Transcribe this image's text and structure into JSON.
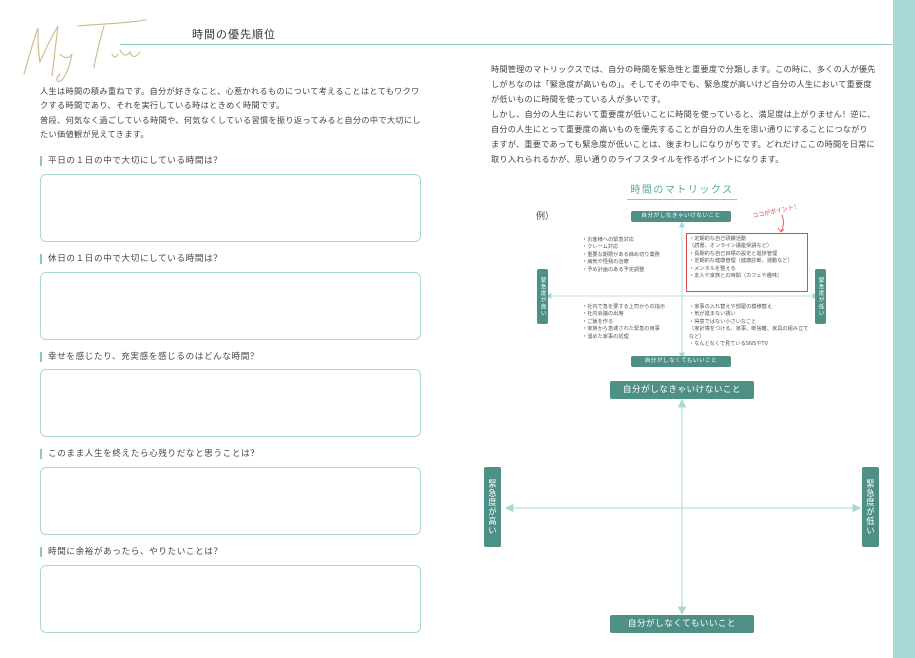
{
  "header": {
    "logo_text": "My Time",
    "title": "時間の優先順位"
  },
  "intro": {
    "paragraph1": "人生は時間の積み重ねです。自分が好きなこと、心惹かれるものについて考えることはとてもワクワクする時間であり、それを実行している時はときめく時間です。",
    "paragraph2": "普段、何気なく過ごしている時間や、何気なくしている習慣を振り返ってみると自分の中で大切にしたい価値観が見えてきます。"
  },
  "questions": [
    {
      "label": "平日の１日の中で大切にしている時間は？"
    },
    {
      "label": "休日の１日の中で大切にしている時間は？"
    },
    {
      "label": "幸せを感じたり、充実感を感じるのはどんな時間？"
    },
    {
      "label": "このまま人生を終えたら心残りだなと思うことは？"
    },
    {
      "label": "時間に余裕があったら、やりたいことは？"
    }
  ],
  "right_text": {
    "paragraph1": "時間管理のマトリックスでは、自分の時間を緊急性と重要度で分類します。この時に、多くの人が優先しがちなのは「緊急度が高いもの」。そしてその中でも、緊急度が高いけど自分の人生において重要度が低いものに時間を使っている人が多いです。",
    "paragraph2": "しかし、自分の人生において重要度が低いことに時間を使っていると、満足度は上がりません！逆に、自分の人生にとって重要度の高いものを優先することが自分の人生を思い通りにすることにつながりますが、重要であっても緊急度が低いことは、後まわしになりがちです。どれだけここの時間を日常に取り入れられるかが、思い通りのライフスタイルを作るポイントになります。"
  },
  "matrix": {
    "title": "時間のマトリックス",
    "example_label": "例）",
    "top_label": "自分がしなきゃいけないこと",
    "bottom_label": "自分がしなくてもいいこと",
    "left_label": "緊急度が高い",
    "right_label": "緊急度が低い",
    "point_note": "ココがポイント！",
    "quadrants": {
      "top_left": [
        "・お客様への緊急対応",
        "・クレーム対応",
        "・重要な期限がある締め切り業務",
        "・病気や怪我の治療",
        "・予め計画のある予定調整"
      ],
      "top_right": [
        "・定期的な自己研鑽活動",
        "（読書、オンライン講座受講など）",
        "・長期的な自己目標の設定と進捗管理",
        "・定期的な健康管理（健康診断、運動など）",
        "・メンタルを整える",
        "・友人や家族との時間（カフェや趣味）"
      ],
      "bottom_left": [
        "・社内で急を要する上司からの指示",
        "・社内会議の出席",
        "・ご飯を作る",
        "・家族から急遽された緊急の用事",
        "・溜めた家事の処理"
      ],
      "bottom_right": [
        "・家事の入れ替えや部屋の模様替え",
        "・気が進まない誘い",
        "・得意ではない小さいなこと",
        "（家計簿をつける、家事、断捨離、家具の組み立てなど）",
        "・なんとなくで見ているSNSやTV"
      ]
    }
  },
  "matrix_large": {
    "top_label": "自分がしなきゃいけないこと",
    "bottom_label": "自分がしなくてもいいこと",
    "left_label": "緊急度が高い",
    "right_label": "緊急度が低い"
  },
  "colors": {
    "accent": "#a9d8d4",
    "teal_dark": "#4e8f86",
    "logo_gold": "#c9b98a",
    "highlight_red": "#d84a4a"
  }
}
